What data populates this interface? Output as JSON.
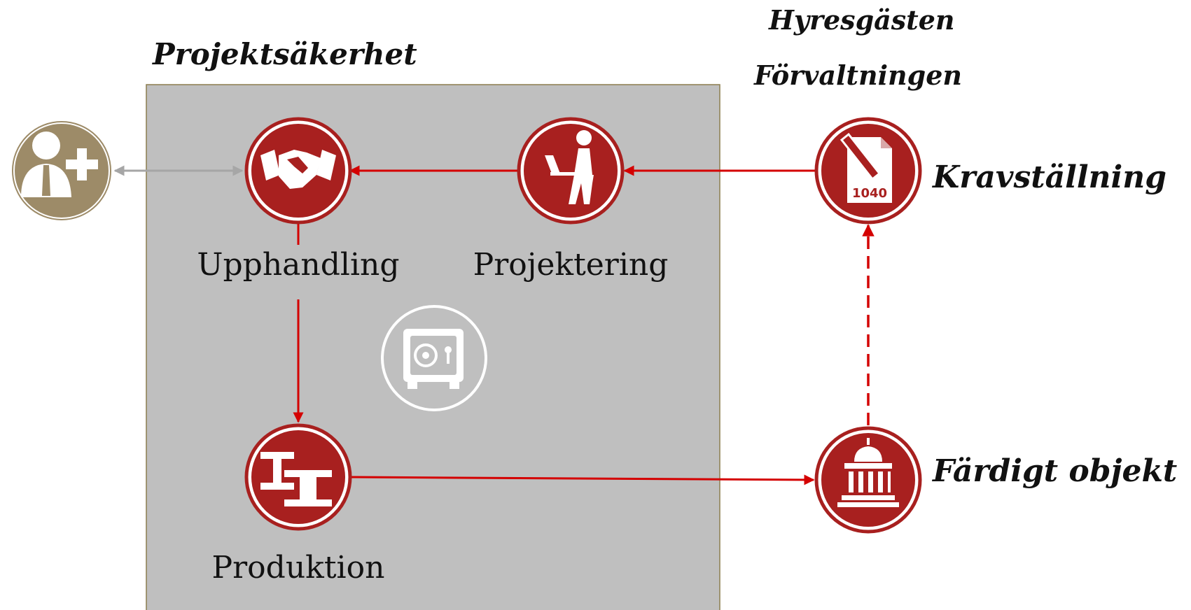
{
  "diagram": {
    "box_title": "Projektsäkerhet",
    "top_right": {
      "line1": "Hyresgästen",
      "line2": "Förvaltningen"
    },
    "nodes": {
      "upphandling": {
        "label": "Upphandling",
        "icon": "handshake-icon"
      },
      "projektering": {
        "label": "Projektering",
        "icon": "person-laptop-icon"
      },
      "produktion": {
        "label": "Produktion",
        "icon": "steel-beams-icon"
      },
      "kravstallning": {
        "label": "Kravställning",
        "icon": "tax-form-1040-icon",
        "icon_text": "1040"
      },
      "fardigt_objekt": {
        "label": "Färdigt objekt",
        "icon": "building-columns-icon"
      },
      "safe": {
        "icon": "safe-icon"
      },
      "external_person": {
        "icon": "add-user-icon"
      }
    },
    "colors": {
      "accent_red": "#a8201f",
      "arrow_red": "#d40000",
      "box_gray": "#bfbfbf",
      "box_border": "#8b7d4f",
      "person_gold": "#9d8b68",
      "connector_gray": "#a6a6a6"
    }
  }
}
